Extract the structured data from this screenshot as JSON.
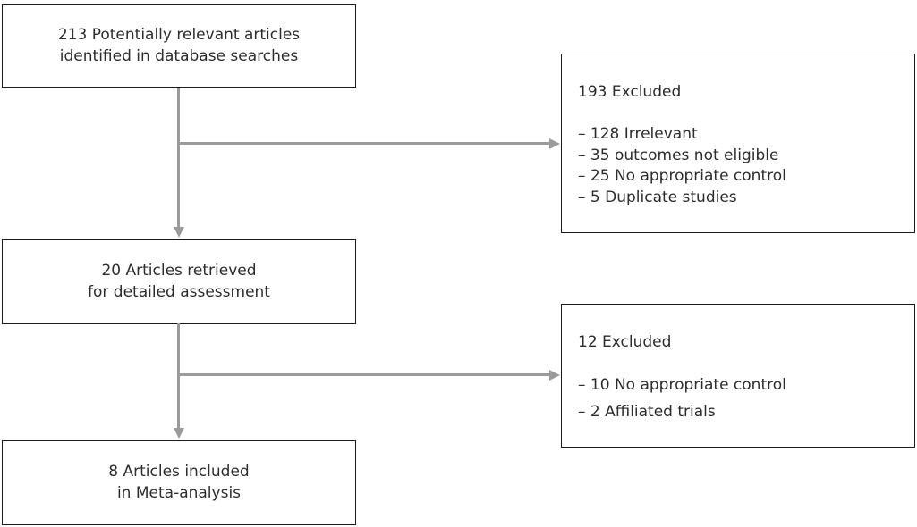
{
  "flowchart": {
    "main_boxes": [
      {
        "id": "identified",
        "line1": "213 Potentially relevant articles",
        "line2": "identified in database searches"
      },
      {
        "id": "retrieved",
        "line1": "20 Articles retrieved",
        "line2": "for detailed assessment"
      },
      {
        "id": "included",
        "line1": "8 Articles included",
        "line2": "in Meta-analysis"
      }
    ],
    "exclusion_boxes": [
      {
        "title": "193 Excluded",
        "items": [
          "– 128 Irrelevant",
          "– 35 outcomes not eligible",
          "– 25 No appropriate control",
          "– 5 Duplicate studies"
        ]
      },
      {
        "title": "12 Excluded",
        "items": [
          "– 10 No appropriate control",
          "– 2 Affiliated trials"
        ]
      }
    ],
    "colors": {
      "arrow": "#9b9b9b",
      "box_border": "#1b1b1b",
      "text": "#2d2d2d",
      "background": "#ffffff"
    }
  }
}
